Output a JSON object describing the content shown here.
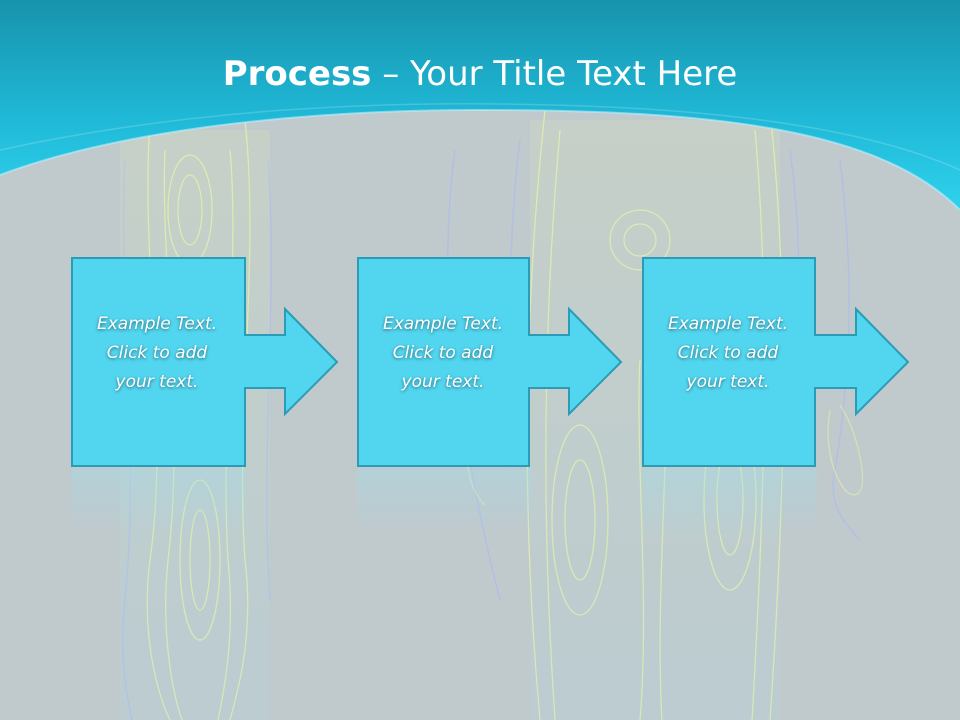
{
  "slide": {
    "title_bold": "Process",
    "title_rest": " – Your Title Text Here"
  },
  "steps": [
    {
      "lines": [
        "Example Text.",
        "Click  to add",
        "your text."
      ]
    },
    {
      "lines": [
        "Example Text.",
        "Click  to add",
        "your text."
      ]
    },
    {
      "lines": [
        "Example Text.",
        "Click  to add",
        "your text."
      ]
    }
  ],
  "colors": {
    "background": "#c0c9cc",
    "header": "#1fb8d6",
    "box_fill": "#52d6f0",
    "box_border": "#2a9cb6",
    "text": "#ffffff"
  },
  "icons": {
    "step_arrow": "right-arrow-icon"
  }
}
